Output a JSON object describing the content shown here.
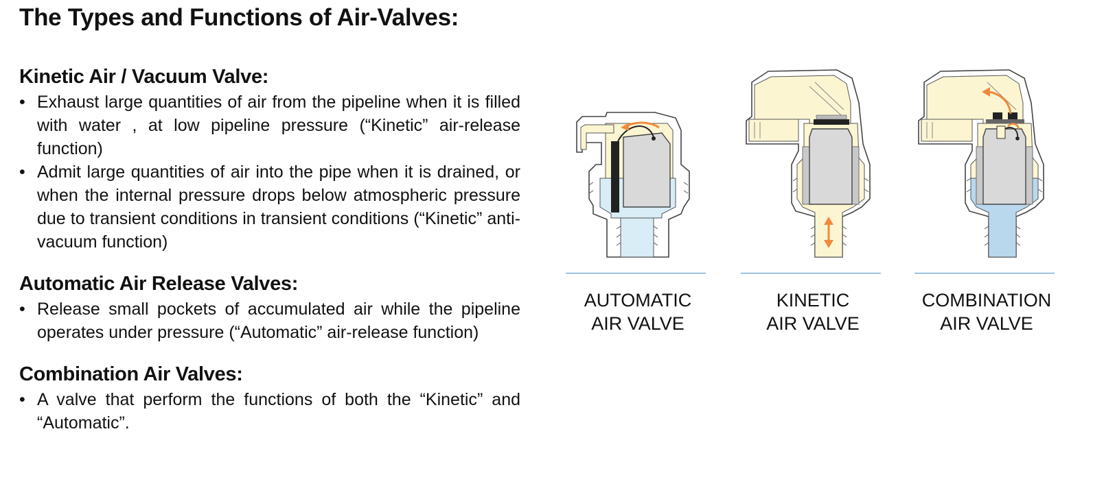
{
  "title": "The Types and Functions of Air-Valves:",
  "sections": [
    {
      "heading": "Kinetic Air / Vacuum Valve:",
      "bullets": [
        "Exhaust large quantities of air from the pipeline when it is filled with water , at low pipeline pressure (“Kinetic” air-release function)",
        "Admit large quantities of air into the pipe when it is drained, or when the internal pressure drops below atmospheric pressure due to transient conditions in transient conditions (“Kinetic” anti-vacuum function)"
      ]
    },
    {
      "heading": "Automatic Air Release Valves:",
      "bullets": [
        "Release small pockets of accumulated air while the pipeline operates under pressure (“Automatic” air-release function)"
      ]
    },
    {
      "heading": "Combination Air Valves:",
      "bullets": [
        "A valve that perform the functions of both the “Kinetic” and “Automatic”."
      ]
    }
  ],
  "valves": [
    {
      "label_line1": "AUTOMATIC",
      "label_line2": "AIR VALVE"
    },
    {
      "label_line1": "KINETIC",
      "label_line2": "AIR VALVE"
    },
    {
      "label_line1": "COMBINATION",
      "label_line2": "AIR VALVE"
    }
  ],
  "colors": {
    "body_cream": "#fbf5d2",
    "water_blue": "#d8edf5",
    "water_blue_dark": "#b9d8ee",
    "float_gray": "#d9d9da",
    "arrow_orange": "#f08a3c",
    "rule_blue": "#4a8fc8"
  }
}
